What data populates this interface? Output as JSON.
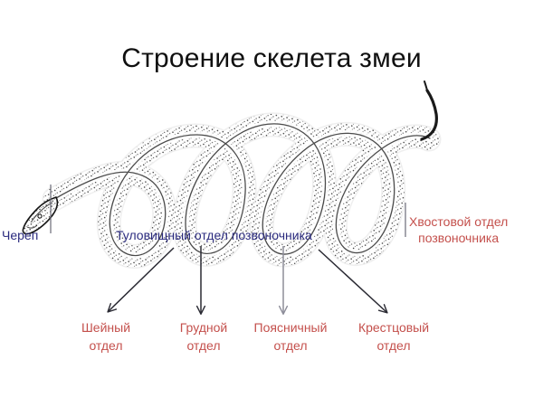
{
  "page": {
    "title": "Строение скелета змеи",
    "background_color": "#ffffff"
  },
  "colors": {
    "title": "#101010",
    "blue_label": "#2b2b7f",
    "red_label": "#c4504c",
    "arrow_dark": "#2a2a33",
    "arrow_gray": "#8d8d99",
    "leader_line": "#6b6b77",
    "drawing_ink": "#1a1a1a"
  },
  "diagram": {
    "subject": "snake-skeleton-illustration",
    "alt": "Чёрно-белый штриховой рисунок извивающегося скелета змеи: череп слева, волнистый туловищный отдел, хвост загибается вверх справа"
  },
  "labels": {
    "skull": {
      "text": "Череп",
      "color": "blue",
      "leader": "vertical-line"
    },
    "trunk": {
      "text": "Туловищный отдел позвоночника",
      "color": "blue"
    },
    "tail": {
      "line1": "Хвостовой отдел",
      "line2": "позвоночника",
      "color": "red",
      "leader": "vertical-line"
    }
  },
  "sections": [
    {
      "line1": "Шейный",
      "line2": "отдел",
      "color": "red",
      "arrow": "diagonal-down-left"
    },
    {
      "line1": "Грудной",
      "line2": "отдел",
      "color": "red",
      "arrow": "vertical-down"
    },
    {
      "line1": "Поясничный",
      "line2": "отдел",
      "color": "red",
      "arrow": "vertical-down"
    },
    {
      "line1": "Крестцовый",
      "line2": "отдел",
      "color": "red",
      "arrow": "diagonal-down-right"
    }
  ]
}
